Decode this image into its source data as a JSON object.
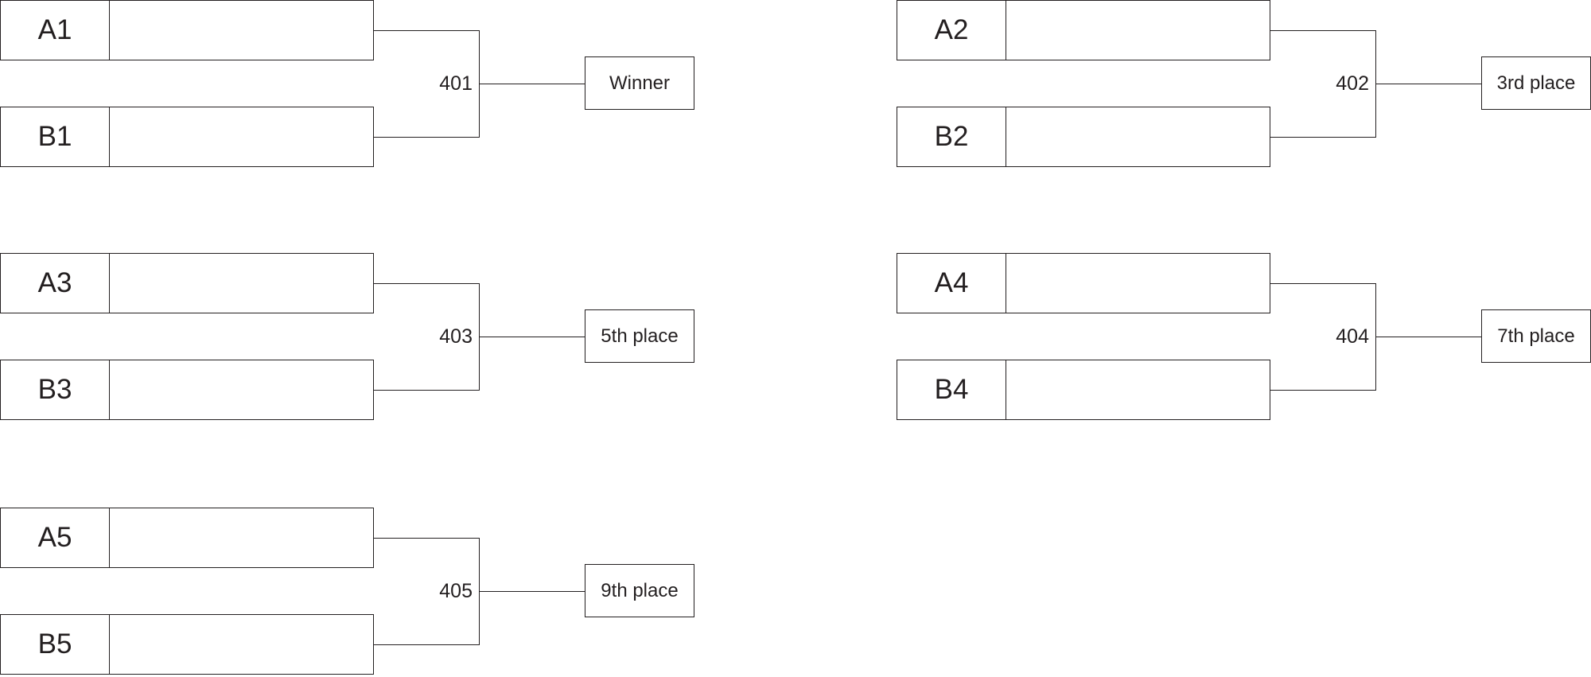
{
  "matches": [
    {
      "number": "401",
      "top_seed": "A1",
      "bottom_seed": "B1",
      "top_name": "",
      "bottom_name": "",
      "result": "Winner"
    },
    {
      "number": "402",
      "top_seed": "A2",
      "bottom_seed": "B2",
      "top_name": "",
      "bottom_name": "",
      "result": "3rd place"
    },
    {
      "number": "403",
      "top_seed": "A3",
      "bottom_seed": "B3",
      "top_name": "",
      "bottom_name": "",
      "result": "5th place"
    },
    {
      "number": "404",
      "top_seed": "A4",
      "bottom_seed": "B4",
      "top_name": "",
      "bottom_name": "",
      "result": "7th place"
    },
    {
      "number": "405",
      "top_seed": "A5",
      "bottom_seed": "B5",
      "top_name": "",
      "bottom_name": "",
      "result": "9th place"
    }
  ]
}
